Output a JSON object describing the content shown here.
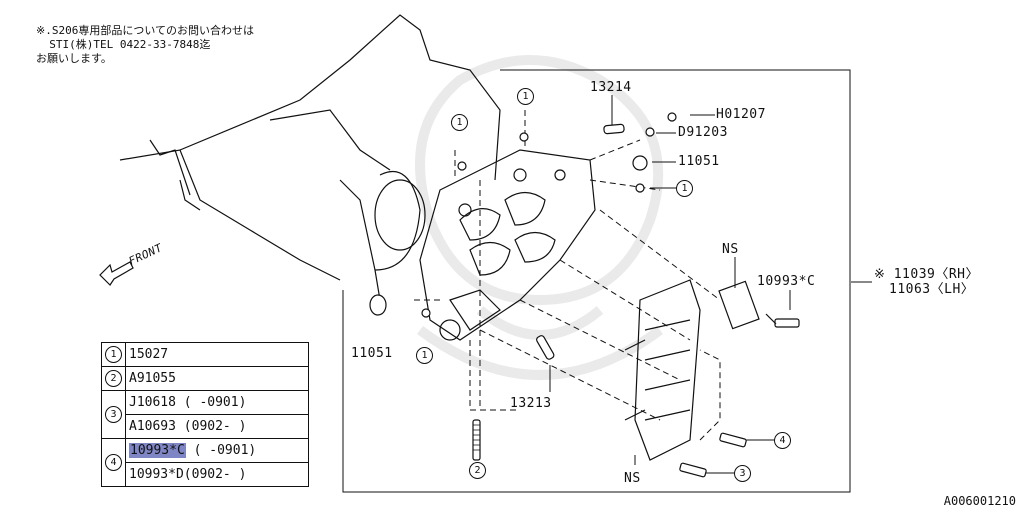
{
  "note": {
    "line1": "※.S206専用部品についてのお問い合わせは",
    "line2": "STI(株)TEL 0422-33-7848迄",
    "line3": "お願いします。"
  },
  "labels": {
    "front": "FRONT",
    "p13214": "13214",
    "pH01207": "H01207",
    "pD91203": "D91203",
    "p11051_top": "11051",
    "p11051_bottom": "11051",
    "ns_top": "NS",
    "ns_bottom": "NS",
    "p10993c": "10993*C",
    "p11039": "※ 11039〈RH〉",
    "p11063": "11063〈LH〉",
    "p13213": "13213"
  },
  "callouts": {
    "c1": "1",
    "c2": "2",
    "c3": "3",
    "c4": "4"
  },
  "parts_table": {
    "r1_num": "1",
    "r1_val": "15027",
    "r2_num": "2",
    "r2_val": "A91055",
    "r3_num": "3",
    "r3a_val": "J10618 ( -0901)",
    "r3b_val": "A10693 (0902- )",
    "r4_num": "4",
    "r4a_hl": "10993*C",
    "r4a_rest": "( -0901)",
    "r4b_val": "10993*D(0902- )"
  },
  "diagram_code": "A006001210",
  "colors": {
    "highlight": "#7f86c6",
    "line": "#111111"
  }
}
